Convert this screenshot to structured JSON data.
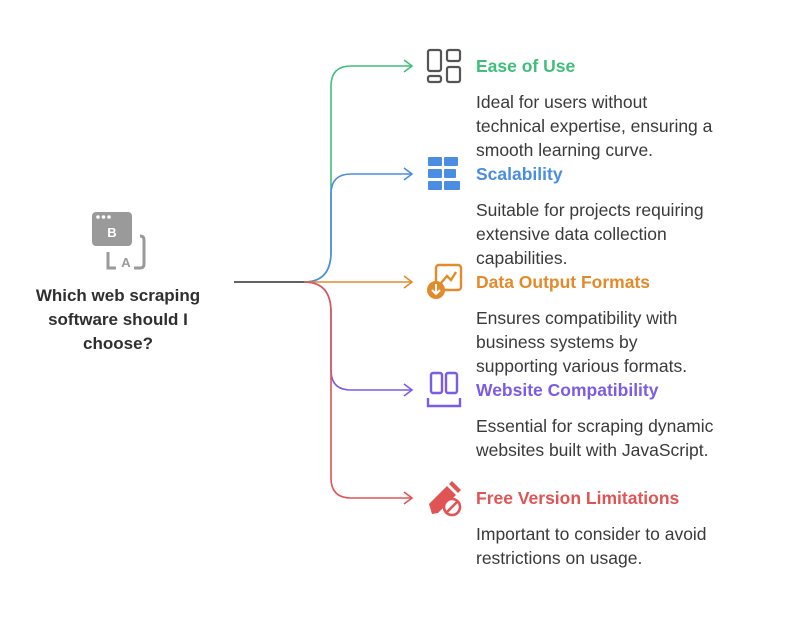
{
  "root": {
    "label": "Which web scraping\nsoftware should I\nchoose?",
    "icon": "browser-ab-test-icon",
    "color": "#9a9a9a"
  },
  "branches": [
    {
      "title": "Ease of Use",
      "description": "Ideal for users without\ntechnical expertise, ensuring a\nsmooth learning curve.",
      "color": "#3fbf7a",
      "icon": "layout-grid-icon"
    },
    {
      "title": "Scalability",
      "description": "Suitable for projects requiring\nextensive data collection\ncapabilities.",
      "color": "#4a8de3",
      "icon": "stacked-bars-icon"
    },
    {
      "title": "Data Output Formats",
      "description": "Ensures compatibility with\nbusiness systems by\nsupporting various formats.",
      "color": "#e38a2a",
      "icon": "chart-download-icon"
    },
    {
      "title": "Website Compatibility",
      "description": "Essential for scraping dynamic\nwebsites built with JavaScript.",
      "color": "#7b5ce6",
      "icon": "responsive-devices-icon"
    },
    {
      "title": "Free Version Limitations",
      "description": "Important to consider to avoid\nrestrictions on usage.",
      "color": "#e05454",
      "icon": "pencil-blocked-icon"
    }
  ]
}
